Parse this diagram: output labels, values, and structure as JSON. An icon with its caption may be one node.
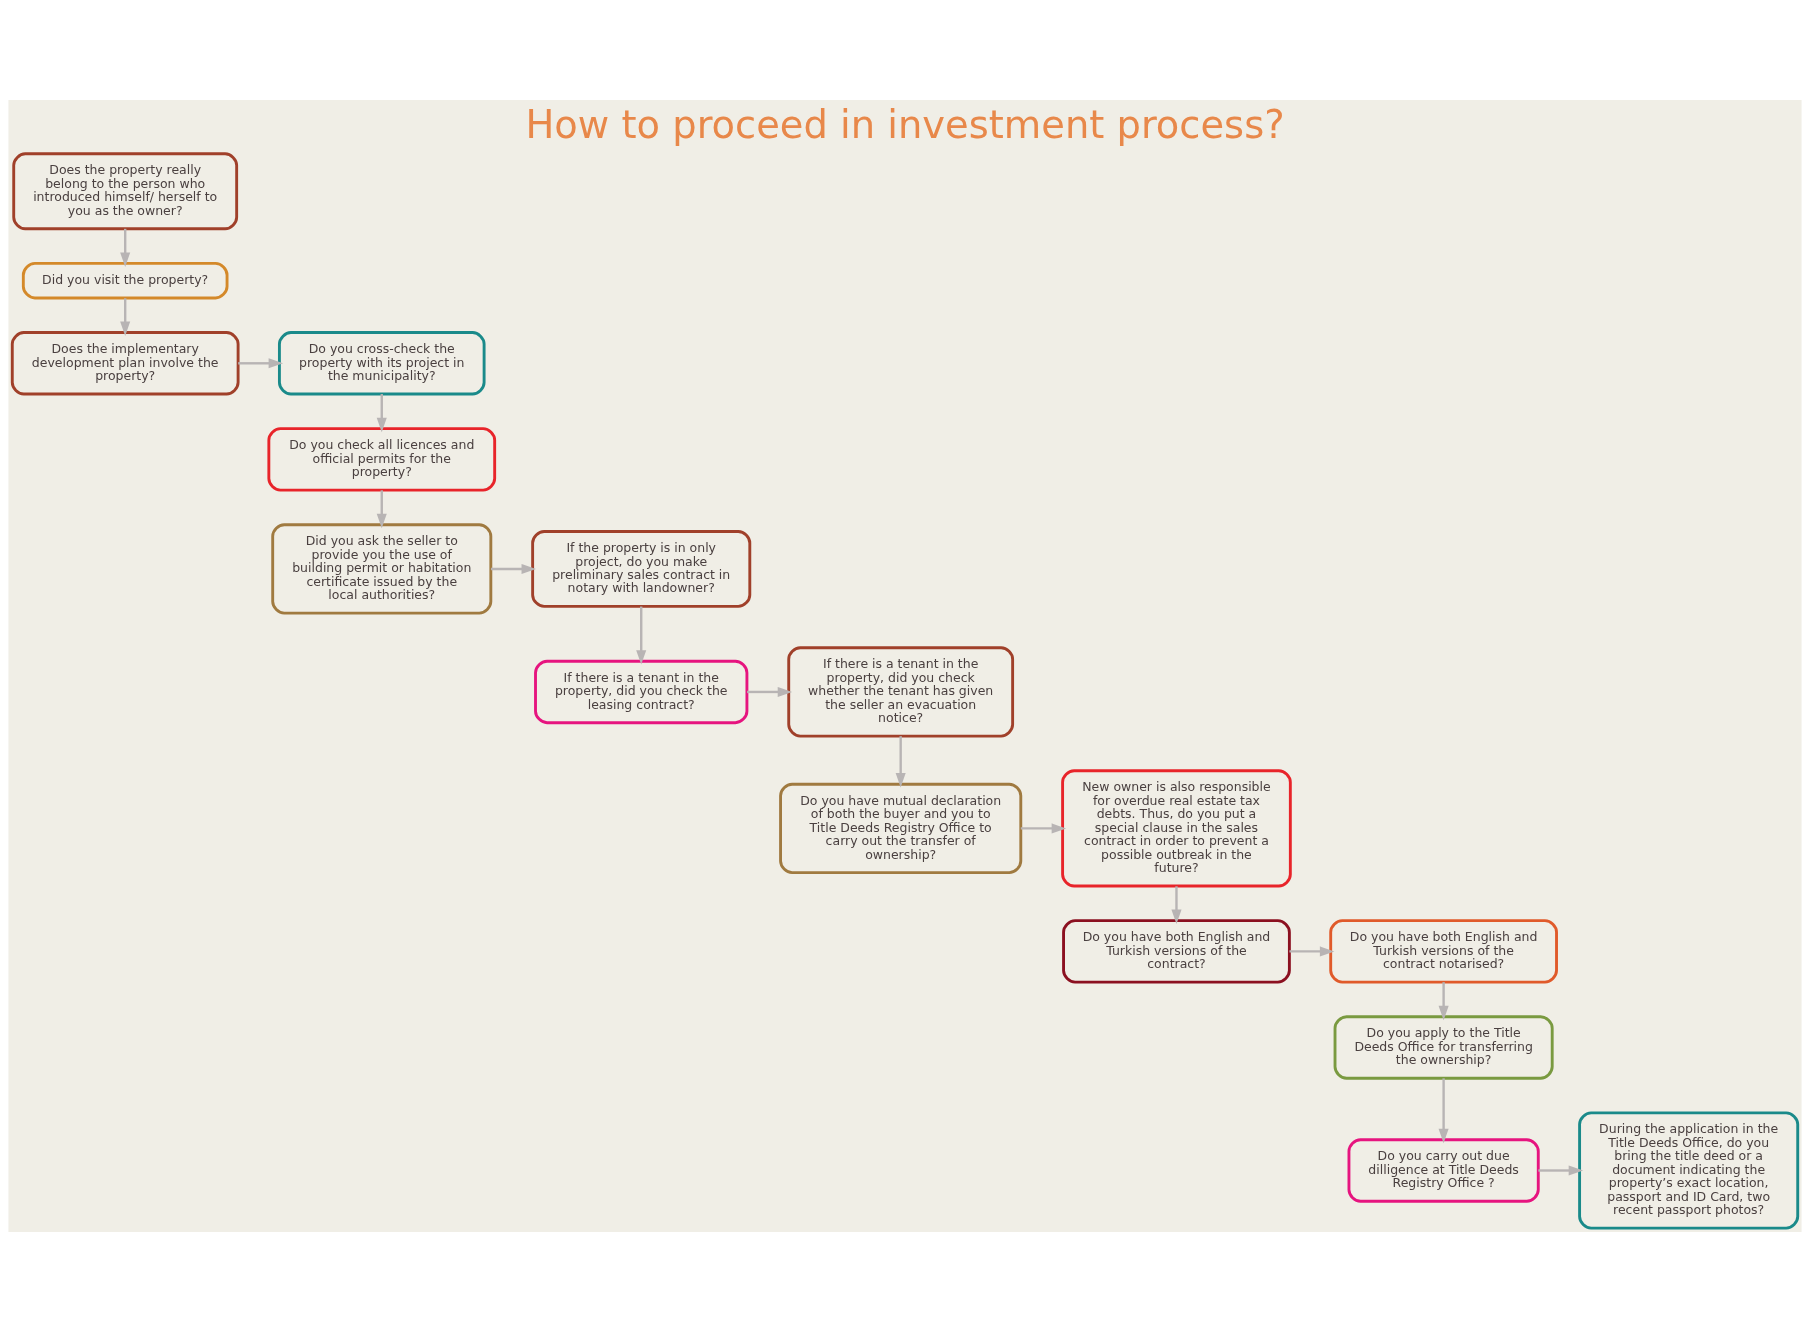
{
  "diagram": {
    "title": "How to proceed in investment process?",
    "nodes": [
      {
        "text": [
          "Does the property really belong to the person who introduced himself/ herself to you as the owner?"
        ]
      },
      {
        "text": [
          "Did you visit the property?"
        ]
      },
      {
        "text": [
          "Does the implementary development plan involve the property?"
        ]
      },
      {
        "text": [
          "Do you cross-check the property with its project in the municipality?"
        ]
      },
      {
        "text": [
          "Do you check all licences and official permits for the property?"
        ]
      },
      {
        "text": [
          "Did you ask the seller to provide you the use of building permit or habitation certificate issued by the local authorities?"
        ]
      },
      {
        "text": [
          "If the property is in only project, do you make preliminary sales contract in notary with landowner?"
        ]
      },
      {
        "text": [
          "If there is a tenant in the property, did you check the leasing contract?"
        ]
      },
      {
        "text": [
          "If there is a tenant in the property, did you check whether the tenant has given the seller an evacuation notice?"
        ]
      },
      {
        "text": [
          "Do you have mutual declaration of both the buyer and you to Title Deeds Registry Office to carry out the transfer of ownership?"
        ]
      },
      {
        "text": [
          "New owner is also responsible for overdue real estate tax debts. Thus, do you put a special clause in the sales contract in order to prevent a possible outbreak in the future?"
        ]
      },
      {
        "text": [
          "Do you have both English and Turkish versions of the contract?"
        ]
      },
      {
        "text": [
          "Do you have both English and Turkish versions of the contract notarised?"
        ]
      },
      {
        "text": [
          "Do you apply to the Title Deeds Office for transferring the ownership?"
        ]
      },
      {
        "text": [
          "Do you carry out due dilligence at Title Deeds Registry Office ?"
        ]
      },
      {
        "text": [
          "During the application in the Title Deeds Office, do you bring the title deed or a document indicating the property’s exact location, passport and ID Card, two recent passport photos?"
        ]
      }
    ],
    "edges": [
      {
        "from": 0,
        "to": 1,
        "arrow": "to"
      },
      {
        "from": 1,
        "to": 2,
        "arrow": "to"
      },
      {
        "from": 2,
        "to": 3,
        "arrow": "to"
      },
      {
        "from": 3,
        "to": 4,
        "arrow": "to"
      },
      {
        "from": 4,
        "to": 5,
        "arrow": "to"
      },
      {
        "from": 5,
        "to": 6,
        "arrow": "to"
      },
      {
        "from": 6,
        "to": 7,
        "arrow": "to"
      },
      {
        "from": 7,
        "to": 8,
        "arrow": "to"
      },
      {
        "from": 8,
        "to": 9,
        "arrow": "to"
      },
      {
        "from": 9,
        "to": 10,
        "arrow": "to"
      },
      {
        "from": 10,
        "to": 11,
        "arrow": "to"
      },
      {
        "from": 11,
        "to": 12,
        "arrow": "to"
      },
      {
        "from": 12,
        "to": 13,
        "arrow": "to"
      },
      {
        "from": 13,
        "to": 14,
        "arrow": "to"
      },
      {
        "from": 14,
        "to": 15,
        "arrow": "to"
      }
    ]
  }
}
